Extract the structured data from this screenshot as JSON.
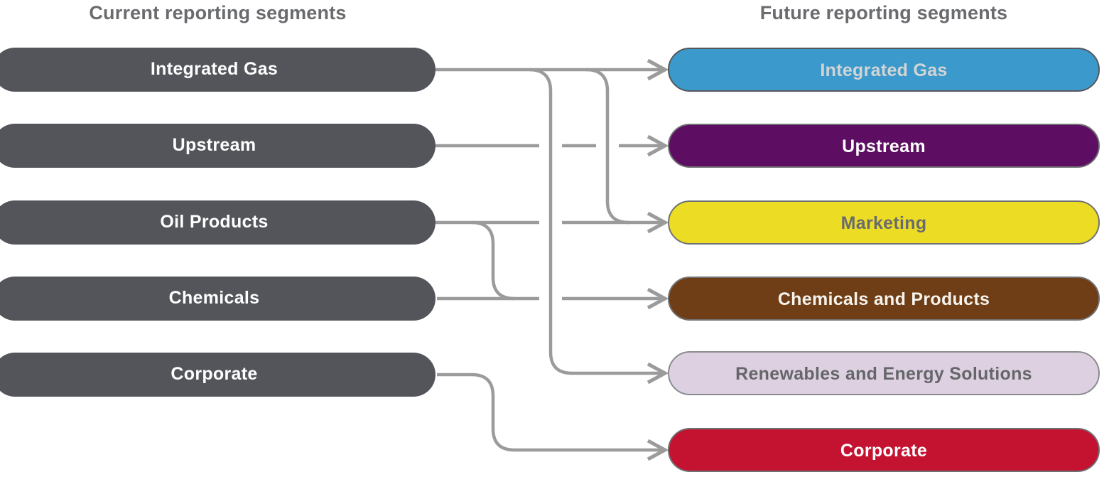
{
  "diagram": {
    "left_title": "Current reporting segments",
    "right_title": "Future reporting segments"
  },
  "colors": {
    "background": "#FFFFFF",
    "title_text": "#6A6B6E",
    "current_pill_bg": "#53555A",
    "current_pill_text": "#FFFFFF",
    "connector_line": "#9B9B9C"
  },
  "current_segments": [
    {
      "id": "integrated-gas",
      "label": "Integrated Gas"
    },
    {
      "id": "upstream",
      "label": "Upstream"
    },
    {
      "id": "oil-products",
      "label": "Oil Products"
    },
    {
      "id": "chemicals",
      "label": "Chemicals"
    },
    {
      "id": "corporate",
      "label": "Corporate"
    }
  ],
  "future_segments": [
    {
      "id": "integrated-gas",
      "label": "Integrated Gas",
      "bg": "#3B99CB",
      "text": "#D3D5D5",
      "border": "#55575B"
    },
    {
      "id": "upstream",
      "label": "Upstream",
      "bg": "#5D0D62",
      "text": "#FFFFFF",
      "border": "#707174"
    },
    {
      "id": "marketing",
      "label": "Marketing",
      "bg": "#ECDD24",
      "text": "#6A6B6E",
      "border": "#707174"
    },
    {
      "id": "chemicals-and-products",
      "label": "Chemicals and Products",
      "bg": "#6F3E16",
      "text": "#F6F3ED",
      "border": "#707174"
    },
    {
      "id": "renewables-and-energy-solutions",
      "label": "Renewables and Energy Solutions",
      "bg": "#DDD1E1",
      "text": "#65666A",
      "border": "#8A8B8F"
    },
    {
      "id": "corporate",
      "label": "Corporate",
      "bg": "#C41231",
      "text": "#FFFFFF",
      "border": "#707174"
    }
  ],
  "connections": [
    {
      "from": "integrated-gas",
      "to": "integrated-gas"
    },
    {
      "from": "integrated-gas",
      "to": "marketing"
    },
    {
      "from": "integrated-gas",
      "to": "renewables-and-energy-solutions"
    },
    {
      "from": "upstream",
      "to": "upstream"
    },
    {
      "from": "oil-products",
      "to": "marketing"
    },
    {
      "from": "oil-products",
      "to": "chemicals-and-products"
    },
    {
      "from": "chemicals",
      "to": "chemicals-and-products"
    },
    {
      "from": "corporate",
      "to": "corporate"
    }
  ]
}
